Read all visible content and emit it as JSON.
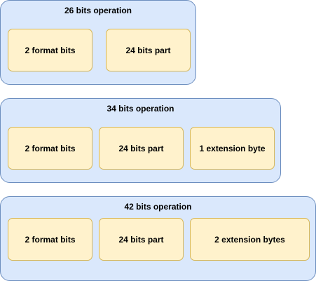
{
  "colors": {
    "group_fill": "#dae8fc",
    "group_stroke": "#6c8ebf",
    "box_fill": "#fff2cc",
    "box_stroke": "#d6b656"
  },
  "groups": [
    {
      "title": "26 bits operation",
      "parts": [
        "2 format bits",
        "24 bits part"
      ]
    },
    {
      "title": "34 bits operation",
      "parts": [
        "2 format bits",
        "24 bits part",
        "1 extension byte"
      ]
    },
    {
      "title": "42 bits operation",
      "parts": [
        "2 format bits",
        "24 bits part",
        "2 extension bytes"
      ]
    }
  ]
}
